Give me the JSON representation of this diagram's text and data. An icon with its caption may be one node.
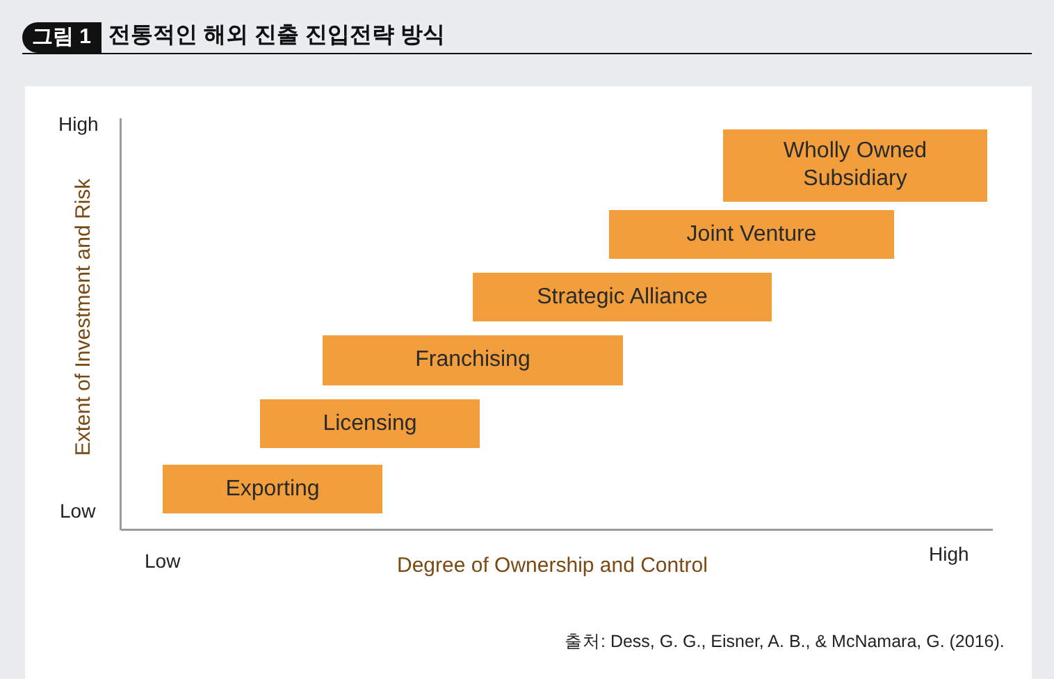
{
  "diagram": {
    "title": "전통적인 해외 진출 진입전략 방식",
    "caption": "출처: Dess, G. G., Eisner, A. B., & McNamara, G. (2016).",
    "nodes": [
      {
        "text": [
          "Wholly Owned Subsidiary"
        ]
      },
      {
        "text": [
          "Joint Venture"
        ]
      },
      {
        "text": [
          "Strategic Alliance"
        ]
      },
      {
        "text": [
          "Franchising"
        ]
      },
      {
        "text": [
          "Licensing"
        ]
      },
      {
        "text": [
          "Exporting"
        ]
      }
    ],
    "labels": [
      "그림 1",
      "High",
      "Extent of Investment and Risk",
      "Low",
      "Low",
      "Degree of Ownership and Control",
      "High"
    ]
  }
}
